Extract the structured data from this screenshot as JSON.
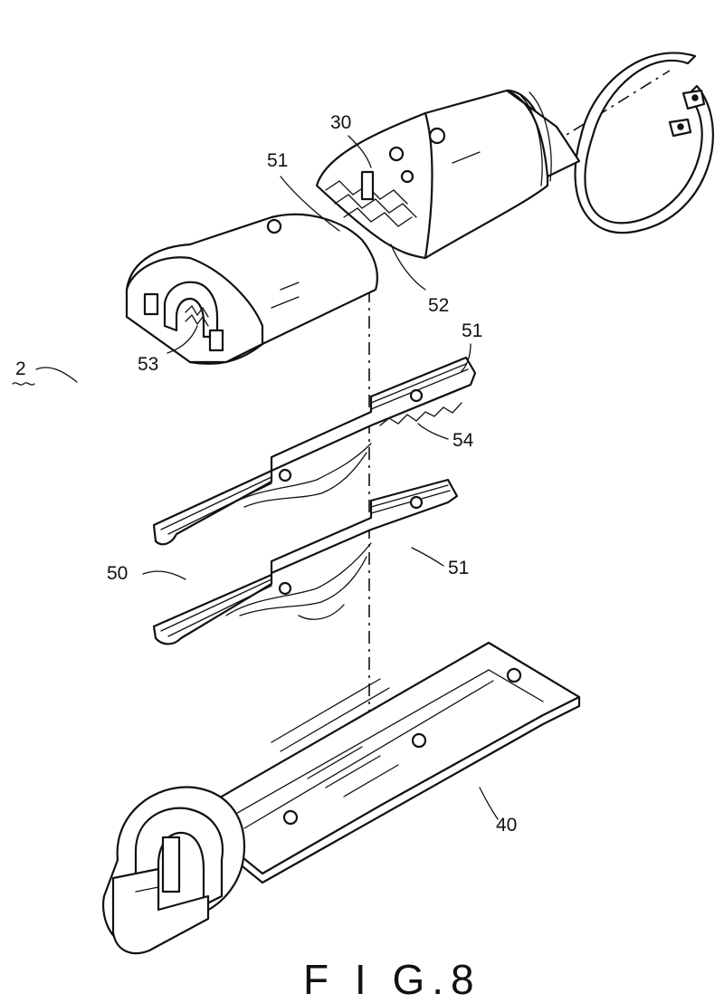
{
  "figure": {
    "caption": "F I G.8"
  },
  "labels": {
    "assembly": "2",
    "upper_housing": "30",
    "lower_housing": "40",
    "plate_set": "50",
    "plate_upper_left": "51",
    "plate_middle": "51",
    "plate_lower": "51",
    "notch_right": "52",
    "notch_left": "53",
    "teeth": "54"
  }
}
